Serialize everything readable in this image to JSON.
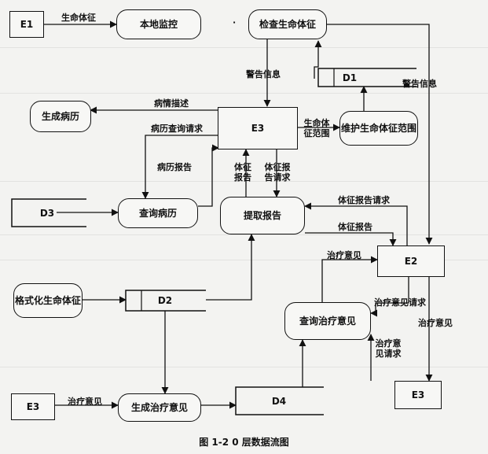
{
  "nodes": {
    "E1": "E1",
    "local_monitor": "本地监控",
    "check_vitals": "检查生命体征",
    "D1": "D1",
    "gen_record": "生成病历",
    "E3_top": "E3",
    "maintain_range": "维护生命体征范围",
    "D3": "D3",
    "query_record": "查询病历",
    "extract_report": "提取报告",
    "E2": "E2",
    "format_vitals": "格式化生命体征",
    "D2": "D2",
    "query_advice": "查询治疗意见",
    "E3_bottom": "E3",
    "gen_advice": "生成治疗意见",
    "D4": "D4",
    "E3_right": "E3"
  },
  "labels": {
    "vital_signs": "生命体征",
    "dot": "·",
    "alarm_info_1": "警告信息",
    "alarm_info_2": "警告信息",
    "condition_desc": "病情描述",
    "record_query_req": "病历查询请求",
    "vital_range": "生命体征范围",
    "record_report": "病历报告",
    "vital_report_short": "体征报告",
    "vital_report_req_short": "体征报告请求",
    "vital_report_req": "体征报告请求",
    "vital_report": "体征报告",
    "treatment_advice_1": "治疗意见",
    "advice_query_req": "治疗意见请求",
    "treatment_advice_2": "治疗意见",
    "advice_req": "治疗意见请求",
    "treatment_advice_3": "治疗意见"
  },
  "caption": "图 1-2 0 层数据流图"
}
